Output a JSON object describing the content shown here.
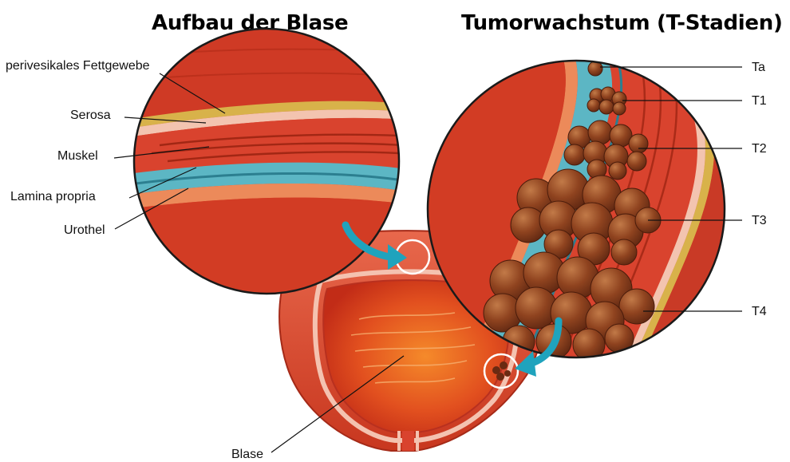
{
  "titles": {
    "left": "Aufbau der Blase",
    "right": "Tumorwachstum (T-Stadien)"
  },
  "left_labels": {
    "fat": "perivesikales Fettgewebe",
    "serosa": "Serosa",
    "muscle": "Muskel",
    "lamina": "Lamina propria",
    "urothel": "Urothel"
  },
  "stages": [
    "Ta",
    "T1",
    "T2",
    "T3",
    "T4"
  ],
  "bladder_label": "Blase",
  "colors": {
    "muscle": "#d9432e",
    "muscle_dark": "#b8301f",
    "lamina": "#5cb6c4",
    "fat": "#d8b24a",
    "tumor": "#8a3f1f",
    "arrow": "#1fa3bd",
    "lumen": "#e0471f"
  }
}
